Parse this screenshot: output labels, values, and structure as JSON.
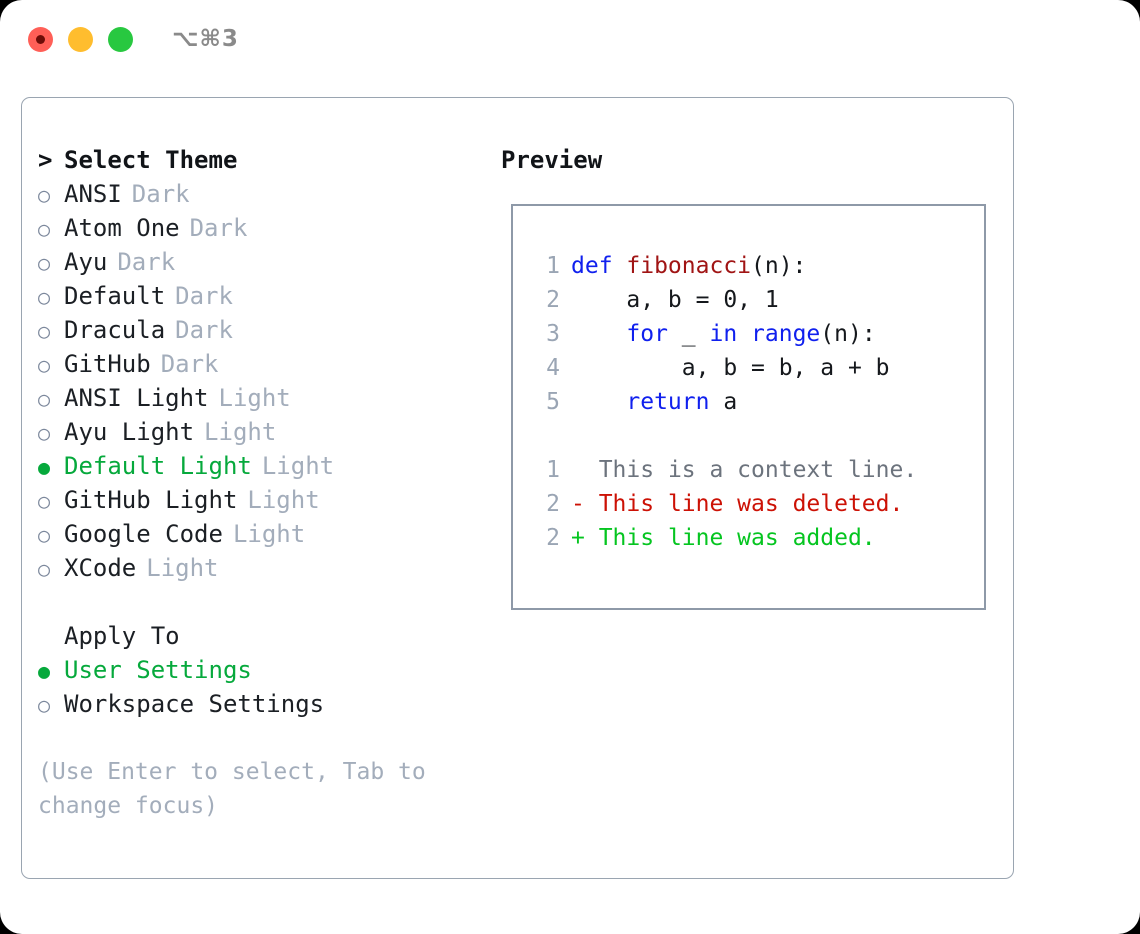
{
  "window": {
    "shortcut": "⌥⌘3",
    "traffic_lights": [
      "close-red",
      "minimize-yellow",
      "maximize-green"
    ]
  },
  "theme_picker": {
    "header": "Select Theme",
    "header_prefix": "> ",
    "bullet_unselected": "○",
    "bullet_selected": "●",
    "items": [
      {
        "name": "ANSI",
        "tag": "Dark",
        "selected": false
      },
      {
        "name": "Atom One",
        "tag": "Dark",
        "selected": false
      },
      {
        "name": "Ayu",
        "tag": "Dark",
        "selected": false
      },
      {
        "name": "Default",
        "tag": "Dark",
        "selected": false
      },
      {
        "name": "Dracula",
        "tag": "Dark",
        "selected": false
      },
      {
        "name": "GitHub",
        "tag": "Dark",
        "selected": false
      },
      {
        "name": "ANSI Light",
        "tag": "Light",
        "selected": false
      },
      {
        "name": "Ayu Light",
        "tag": "Light",
        "selected": false
      },
      {
        "name": "Default Light",
        "tag": "Light",
        "selected": true
      },
      {
        "name": "GitHub Light",
        "tag": "Light",
        "selected": false
      },
      {
        "name": "Google Code",
        "tag": "Light",
        "selected": false
      },
      {
        "name": "XCode",
        "tag": "Light",
        "selected": false
      }
    ]
  },
  "apply_to": {
    "title": "Apply To",
    "options": [
      {
        "name": "User Settings",
        "selected": true
      },
      {
        "name": "Workspace Settings",
        "selected": false
      }
    ]
  },
  "hint": "(Use Enter to select, Tab to change focus)",
  "preview": {
    "title": "Preview",
    "code_lines": [
      {
        "no": "1",
        "segments": [
          {
            "t": "def ",
            "c": "kw"
          },
          {
            "t": "fibonacci",
            "c": "fn"
          },
          {
            "t": "(n):",
            "c": "ctext"
          }
        ]
      },
      {
        "no": "2",
        "segments": [
          {
            "t": "    a, b = 0, 1",
            "c": "ctext"
          }
        ]
      },
      {
        "no": "3",
        "segments": [
          {
            "t": "    ",
            "c": "ctext"
          },
          {
            "t": "for",
            "c": "kw"
          },
          {
            "t": " _ ",
            "c": "ctext"
          },
          {
            "t": "in",
            "c": "kw"
          },
          {
            "t": " ",
            "c": "ctext"
          },
          {
            "t": "range",
            "c": "kw"
          },
          {
            "t": "(n):",
            "c": "ctext"
          }
        ]
      },
      {
        "no": "4",
        "segments": [
          {
            "t": "        a, b = b, a + b",
            "c": "ctext"
          }
        ]
      },
      {
        "no": "5",
        "segments": [
          {
            "t": "    ",
            "c": "ctext"
          },
          {
            "t": "return",
            "c": "kw"
          },
          {
            "t": " a",
            "c": "ctext"
          }
        ]
      }
    ],
    "diff_lines": [
      {
        "no": "1",
        "marker": "  ",
        "text": "This is a context line.",
        "c": "ctx"
      },
      {
        "no": "2",
        "marker": "- ",
        "text": "This line was deleted.",
        "c": "del"
      },
      {
        "no": "2",
        "marker": "+ ",
        "text": "This line was added.",
        "c": "add"
      }
    ]
  },
  "colors": {
    "selected_green": "#06a93c",
    "tag_gray": "#a3adbb",
    "keyword_blue": "#1020ee",
    "function_red": "#a01414",
    "diff_deleted": "#cc1105",
    "diff_added": "#05c520",
    "border_gray": "#9aa5b1"
  }
}
